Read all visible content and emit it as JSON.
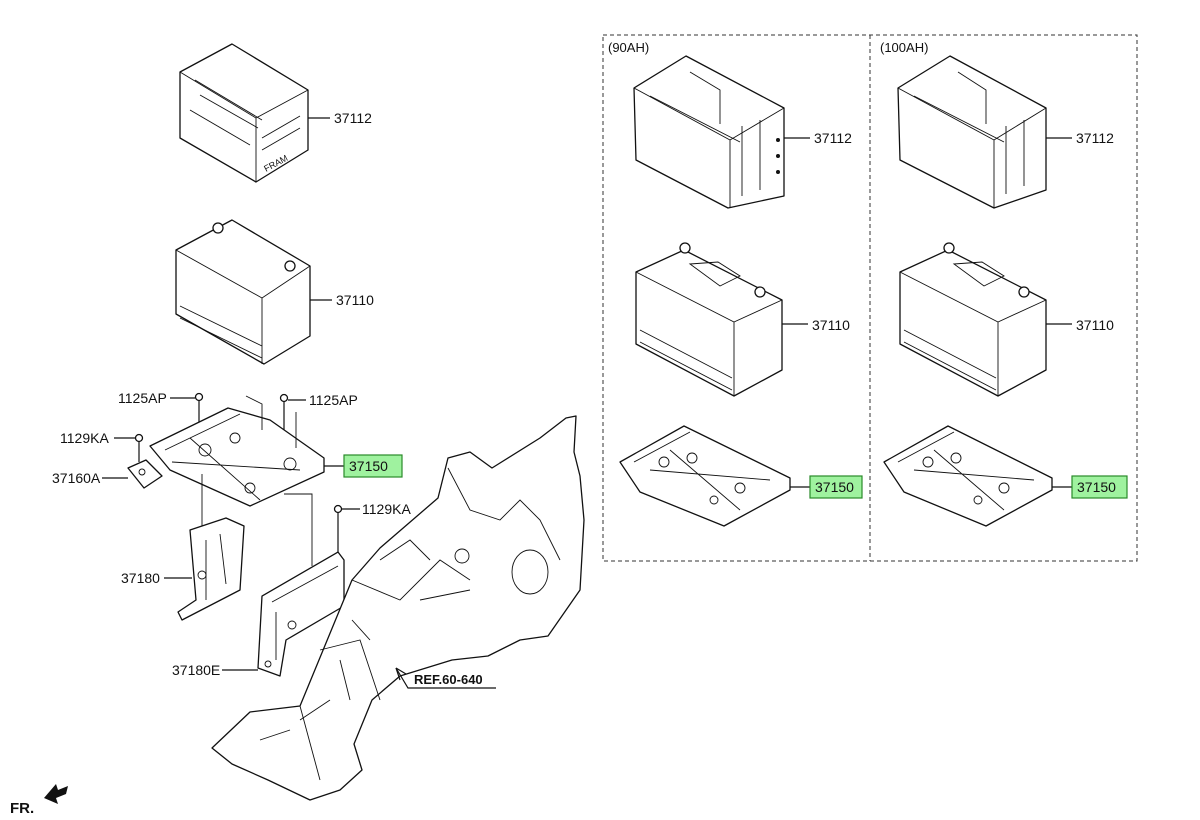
{
  "parts": {
    "p37112_left": "37112",
    "p37110_left": "37110",
    "p1125AP_a": "1125AP",
    "p1125AP_b": "1125AP",
    "p1129KA_a": "1129KA",
    "p37150_left": "37150",
    "p37160A": "37160A",
    "p1129KA_b": "1129KA",
    "p37180": "37180",
    "p37180E": "37180E",
    "ref": "REF.60-640",
    "front": "FR."
  },
  "variants": {
    "v90": {
      "heading": "(90AH)",
      "tray_cover": "37112",
      "battery": "37110",
      "tray": "37150"
    },
    "v100": {
      "heading": "(100AH)",
      "tray_cover": "37112",
      "battery": "37110",
      "tray": "37150"
    }
  },
  "colors": {
    "highlight_fill": "#9ff29f",
    "highlight_stroke": "#2a8a2a",
    "line": "#111111"
  }
}
